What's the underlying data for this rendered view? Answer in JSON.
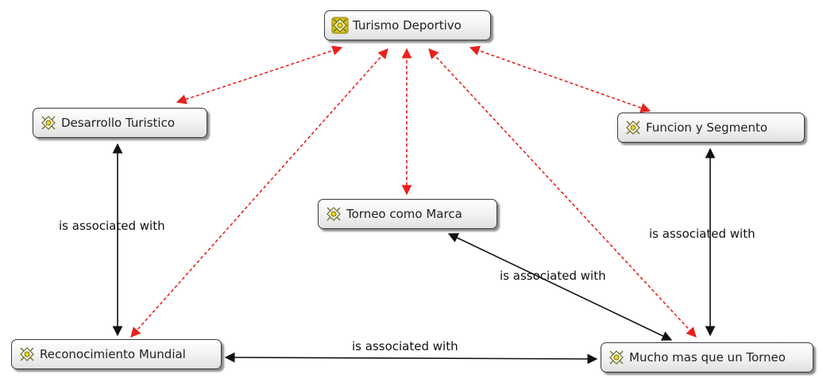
{
  "nodes": {
    "turismo": {
      "label": "Turismo Deportivo",
      "icon": "concept-node-icon",
      "highlighted": true
    },
    "desarrollo": {
      "label": "Desarrollo Turistico",
      "icon": "concept-node-icon",
      "highlighted": false
    },
    "funcion": {
      "label": "Funcion y Segmento",
      "icon": "concept-node-icon",
      "highlighted": false
    },
    "torneo": {
      "label": "Torneo como Marca",
      "icon": "concept-node-icon",
      "highlighted": false
    },
    "reconocimiento": {
      "label": "Reconocimiento Mundial",
      "icon": "concept-node-icon",
      "highlighted": false
    },
    "mucho": {
      "label": "Mucho mas que un Torneo",
      "icon": "concept-node-icon",
      "highlighted": false
    }
  },
  "edges": {
    "desarrollo_reconocimiento": {
      "label": "is associated with",
      "style": "solid"
    },
    "funcion_mucho": {
      "label": "is associated with",
      "style": "solid"
    },
    "torneo_mucho": {
      "label": "is associated with",
      "style": "solid"
    },
    "reconocimiento_mucho": {
      "label": "is associated with",
      "style": "solid"
    },
    "turismo_desarrollo": {
      "label": "",
      "style": "dashed"
    },
    "turismo_funcion": {
      "label": "",
      "style": "dashed"
    },
    "turismo_torneo": {
      "label": "",
      "style": "dashed"
    },
    "turismo_reconocimiento": {
      "label": "",
      "style": "dashed"
    },
    "turismo_mucho": {
      "label": "",
      "style": "dashed"
    }
  },
  "colors": {
    "solid_edge": "#111111",
    "dashed_edge": "#e8211c",
    "node_border": "#3a3a3a",
    "icon_highlight": "#f2d51c",
    "icon_normal": "#f4f4f4",
    "icon_outline": "#6b6b2a"
  }
}
